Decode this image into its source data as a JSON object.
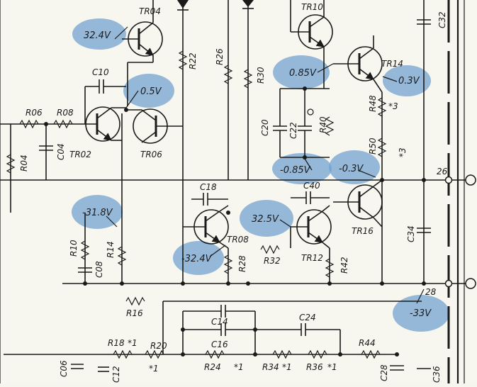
{
  "transistors": [
    "TR04",
    "TR02",
    "TR06",
    "TR08",
    "TR10",
    "TR12",
    "TR14",
    "TR16"
  ],
  "resistors": [
    "R06",
    "R08",
    "R04",
    "R22",
    "R26",
    "R30",
    "R40",
    "R48",
    "R50",
    "R10",
    "R14",
    "R28",
    "R32",
    "R42",
    "R16",
    "R18",
    "R20",
    "R24",
    "R34",
    "R36",
    "R44"
  ],
  "capacitors": [
    "C10",
    "C04",
    "C18",
    "C08",
    "C20",
    "C22",
    "C40",
    "C34",
    "C32",
    "C14",
    "C16",
    "C24",
    "C06",
    "C12",
    "C28",
    "C36"
  ],
  "voltages": [
    "32.4V",
    "0.5V",
    "0.85V",
    "0.3V",
    "-0.85V",
    "-0.3V",
    "-31.8V",
    "32.5V",
    "-32.4V",
    "-33V"
  ],
  "nodes": [
    "26",
    "28"
  ],
  "marks": [
    "*3",
    "*3",
    "*1",
    "*1",
    "*1",
    "*1",
    "*1"
  ]
}
